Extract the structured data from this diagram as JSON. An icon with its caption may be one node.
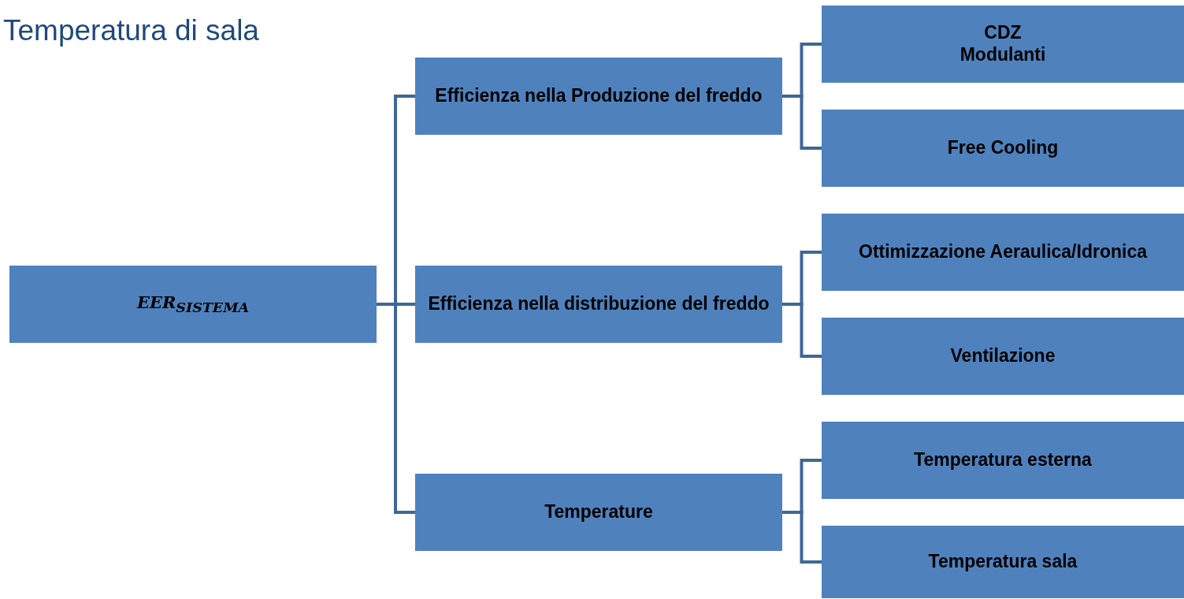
{
  "diagram": {
    "title": "Temperatura di sala",
    "nodes": [
      {
        "text": [
          "EER$_{SISTEMA}$"
        ]
      },
      {
        "text": [
          "Efficienza nella Produzione del freddo"
        ]
      },
      {
        "text": [
          "Efficienza nella distribuzione del freddo"
        ]
      },
      {
        "text": [
          "Temperature"
        ]
      },
      {
        "text": [
          "CDZ",
          "Modulanti"
        ]
      },
      {
        "text": [
          "Free Cooling"
        ]
      },
      {
        "text": [
          "Ottimizzazione Aeraulica/Idronica"
        ]
      },
      {
        "text": [
          "Ventilazione"
        ]
      },
      {
        "text": [
          "Temperatura esterna"
        ]
      },
      {
        "text": [
          "Temperatura sala"
        ]
      }
    ],
    "edges": [
      {
        "from": 0,
        "to": 1,
        "arrow": "none"
      },
      {
        "from": 0,
        "to": 2,
        "arrow": "none"
      },
      {
        "from": 0,
        "to": 3,
        "arrow": "none"
      },
      {
        "from": 1,
        "to": 4,
        "arrow": "none"
      },
      {
        "from": 1,
        "to": 5,
        "arrow": "none"
      },
      {
        "from": 2,
        "to": 6,
        "arrow": "none"
      },
      {
        "from": 2,
        "to": 7,
        "arrow": "none"
      },
      {
        "from": 3,
        "to": 8,
        "arrow": "none"
      },
      {
        "from": 3,
        "to": 9,
        "arrow": "none"
      }
    ]
  }
}
